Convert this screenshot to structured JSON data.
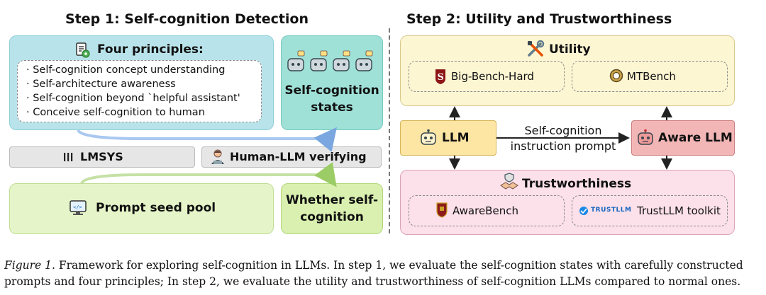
{
  "step1": {
    "title": "Step 1: Self-cognition Detection",
    "principles_title": "Four principles:",
    "principles": [
      "· Self-cognition concept understanding",
      "· Self-architecture awareness",
      "· Self-cognition beyond `helpful assistant'",
      "· Conceive self-cognition to human"
    ],
    "states_label": "Self-cognition states",
    "lmsys_label": "LMSYS",
    "verify_label": "Human-LLM verifying",
    "seed_pool_label": "Prompt seed pool",
    "whether_label": "Whether self-cognition"
  },
  "step2": {
    "title": "Step 2: Utility and Trustworthiness",
    "utility_label": "Utility",
    "utility_items": [
      "Big-Bench-Hard",
      "MTBench"
    ],
    "llm_label": "LLM",
    "arrow_label_line1": "Self-cognition",
    "arrow_label_line2": "instruction prompt",
    "aware_label": "Aware LLM",
    "trust_label": "Trustworthiness",
    "trust_items": [
      "AwareBench",
      "TrustLLM toolkit"
    ],
    "trustllm_logo_text": "TRUSTLLM"
  },
  "caption": {
    "figure_label": "Figure 1.",
    "line1_rest": " Framework for exploring self-cognition in LLMs. In step 1, we evaluate the self-cognition states with carefully constructed",
    "line2": "prompts and four principles; In step 2, we evaluate the utility and trustworthiness of self-cognition LLMs compared to normal ones."
  },
  "colors": {
    "principles_bg": "#b9e3ea",
    "states_bg": "#9fe0d7",
    "seed_bg": "#e6f5c9",
    "utility_bg": "#fdf6d3",
    "trust_bg": "#fce0ea",
    "llm_bg": "#fde6a3",
    "aware_bg": "#f3b6b6",
    "stanford_red": "#8c1515"
  },
  "icons": [
    "document-gear-icon",
    "robot-icon",
    "lmsys-bars-icon",
    "person-laptop-icon",
    "monitor-icon",
    "tools-icon",
    "stanford-logo-icon",
    "mtbench-logo-icon",
    "handshake-shield-icon",
    "shield-crest-icon",
    "trustllm-logo-icon"
  ]
}
